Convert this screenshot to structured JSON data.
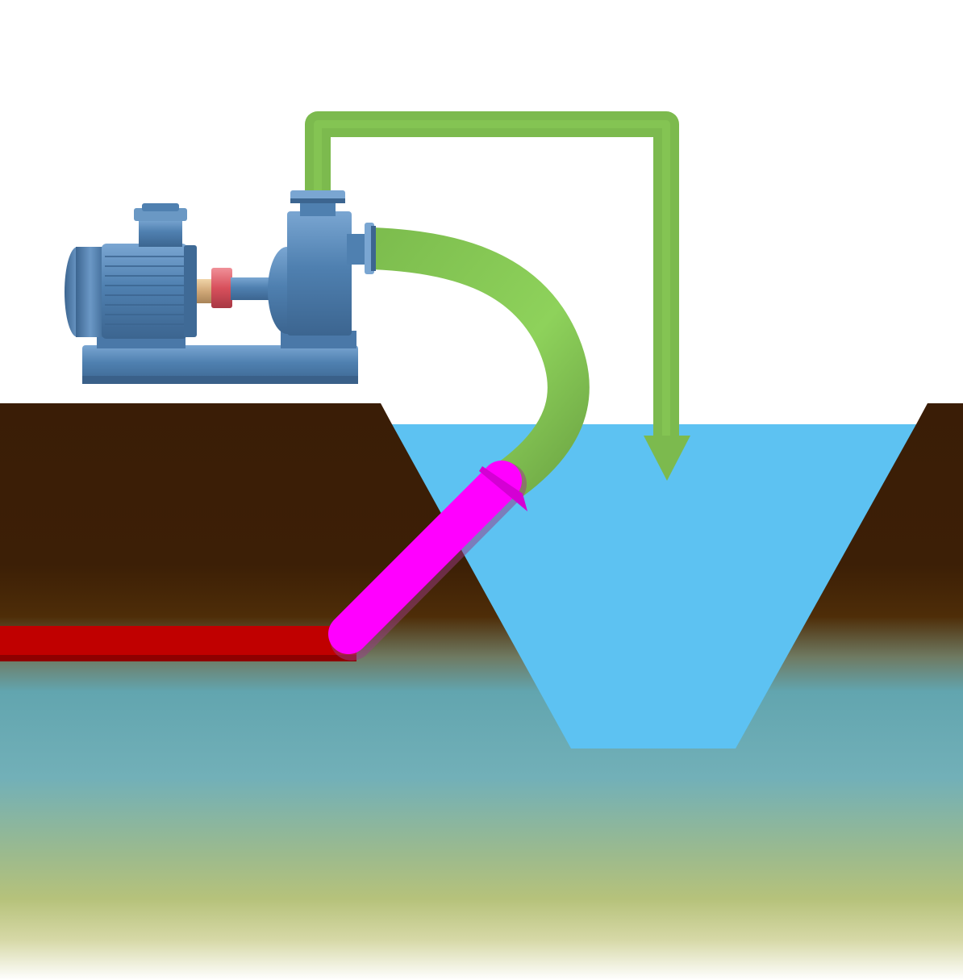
{
  "diagram": {
    "subject": "pump-drainage-schematic",
    "colors": {
      "background": "#ffffff",
      "soil_dark": "#3a1d06",
      "soil_mid": "#4a2a08",
      "groundwater_top": "#5c9aa0",
      "groundwater_mid": "#76b3b8",
      "groundwater_low": "#b3c07a",
      "groundwater_bottom": "#ffffff",
      "pit_water": "#5dc2f2",
      "pipe_green": "#7cba4e",
      "pipe_green_light": "#8fd05a",
      "drain_pipe": "#c00000",
      "suction_sleeve": "#ff00ff",
      "pump_body": "#4f80b0",
      "pump_dark": "#3c6590",
      "pump_light": "#7aa6d2",
      "coupling": "#e0606a",
      "coupling_brass": "#d8b78a"
    },
    "components": [
      {
        "id": "pump",
        "icon": "centrifugal-pump-icon"
      },
      {
        "id": "discharge-pipe",
        "icon": "arrow-down-icon"
      },
      {
        "id": "suction-hose"
      },
      {
        "id": "suction-sleeve"
      },
      {
        "id": "horizontal-drain-pipe"
      },
      {
        "id": "excavation-pit"
      },
      {
        "id": "soil-layer"
      },
      {
        "id": "groundwater-layer"
      }
    ]
  }
}
